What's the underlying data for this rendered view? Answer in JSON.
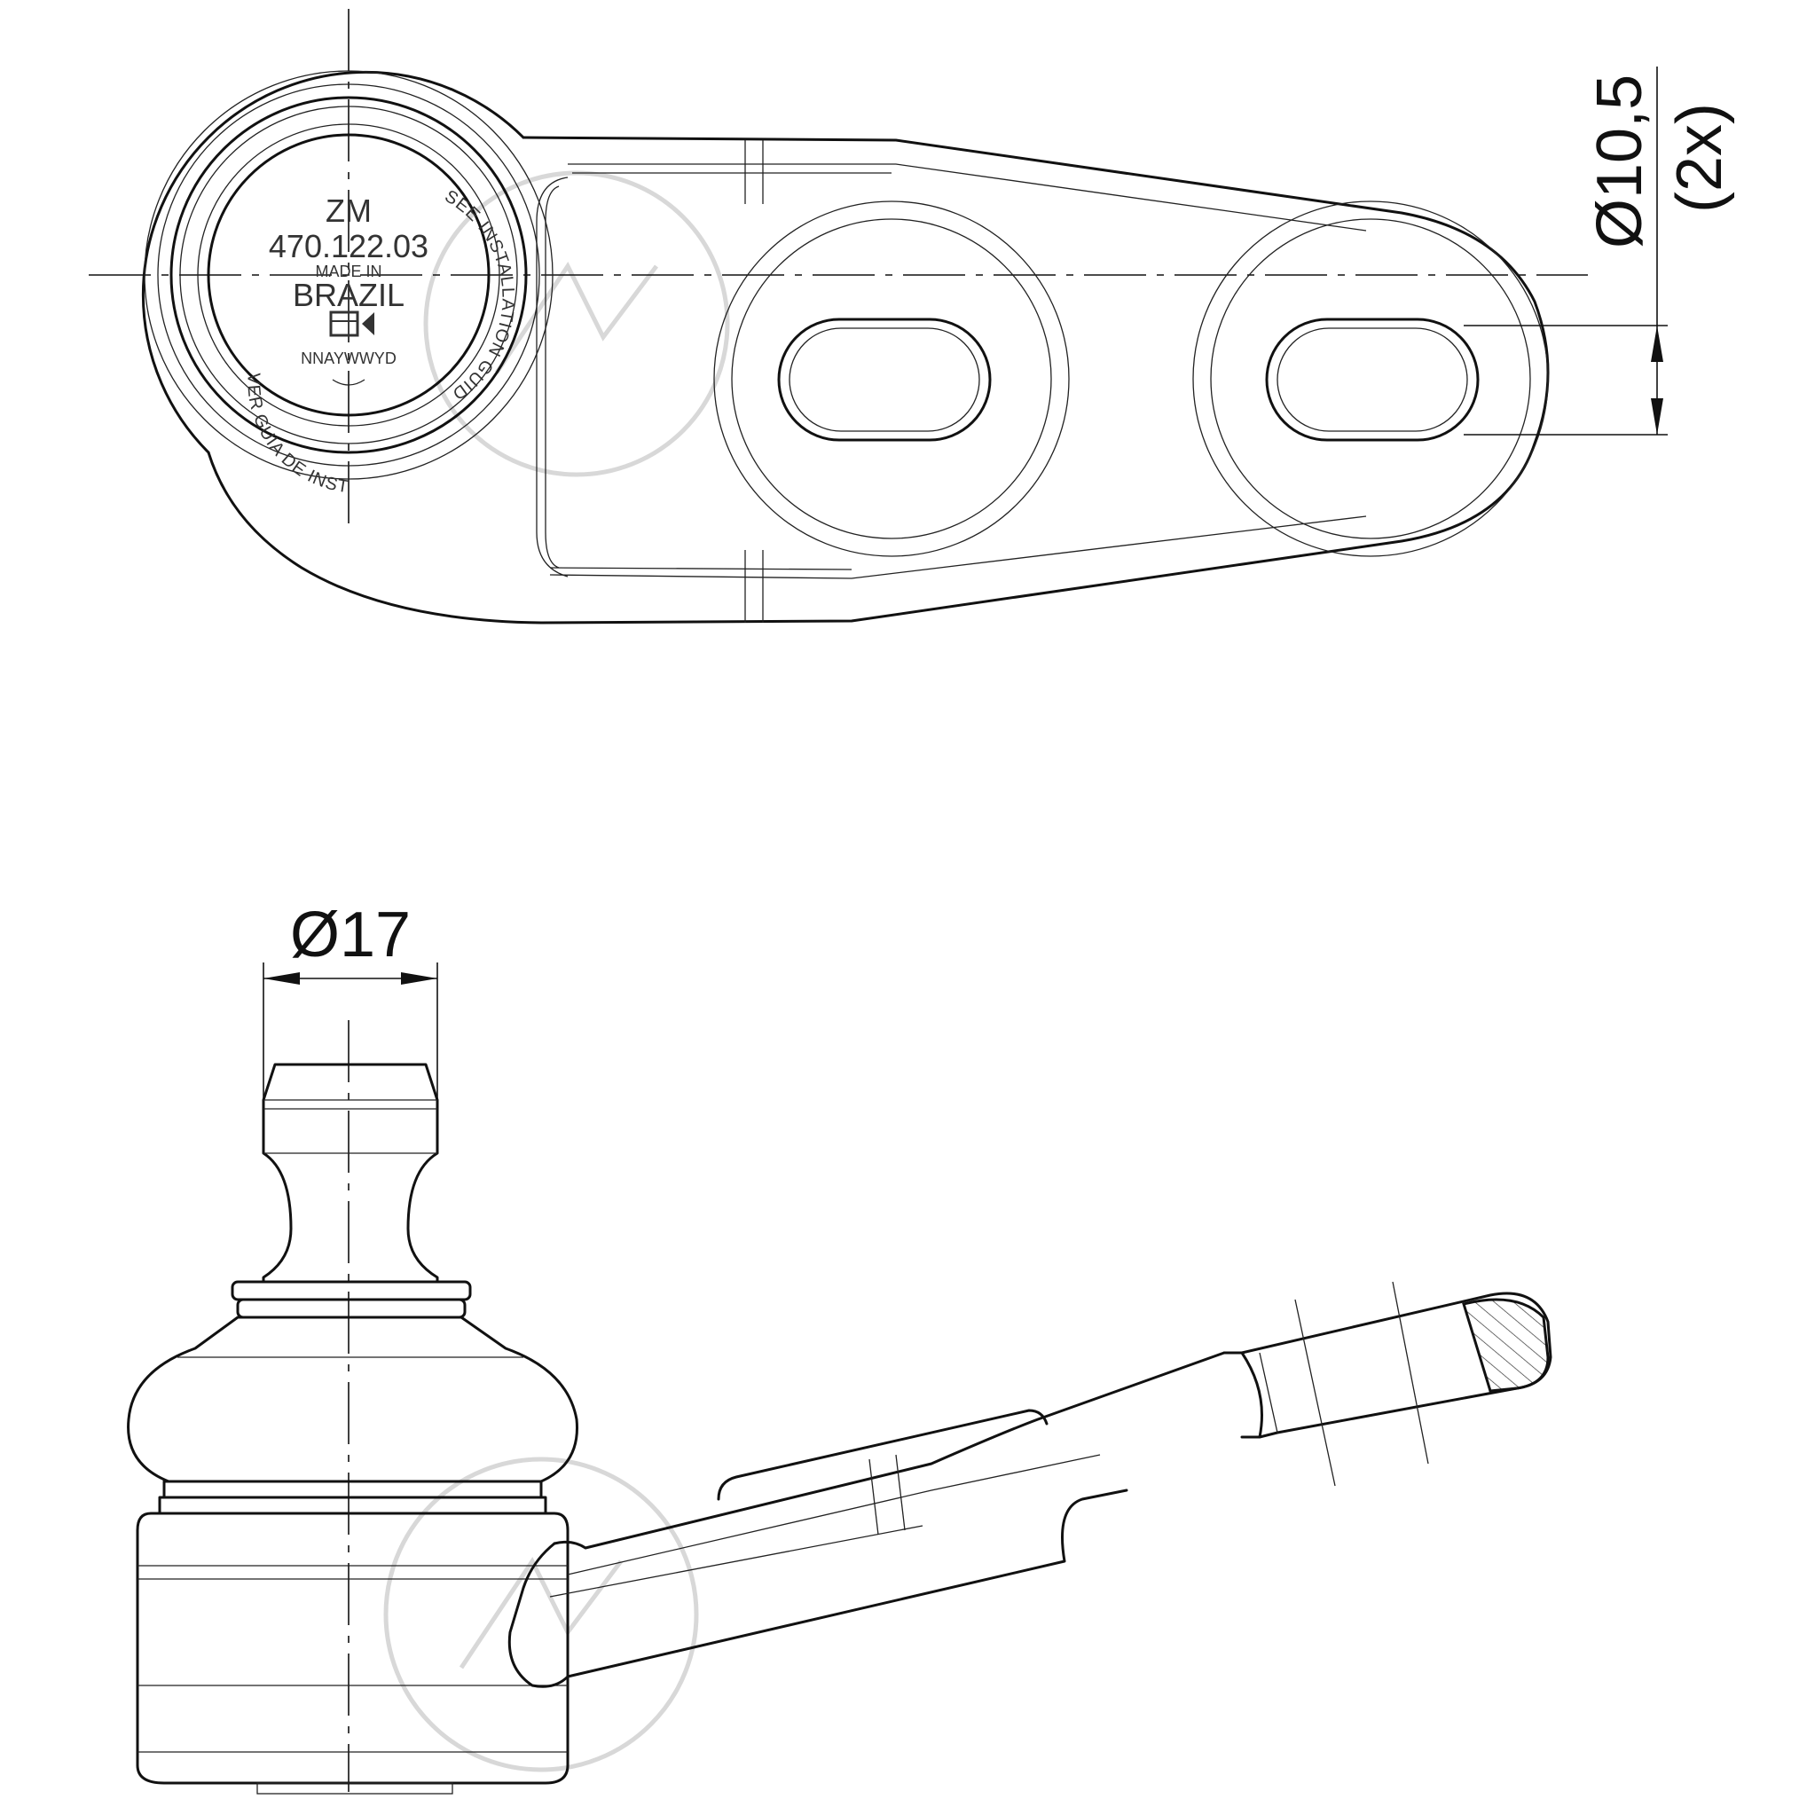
{
  "top_view": {
    "part_number": "470.122.03",
    "brand": "ZM",
    "made_in_line1": "MADE IN",
    "made_in_line2": "BRAZIL",
    "date_code": "NNAYWWYD",
    "ring_text_pt": "VER GUIA DE INSTALAÇÃO",
    "ring_text_en": "SEE INSTALLATION GUIDE",
    "hole_dimension": "Ø10,5",
    "hole_count": "(2x)"
  },
  "side_view": {
    "stud_dimension": "Ø17"
  },
  "watermark": {
    "logo_name": "zm-watermark-logo"
  }
}
